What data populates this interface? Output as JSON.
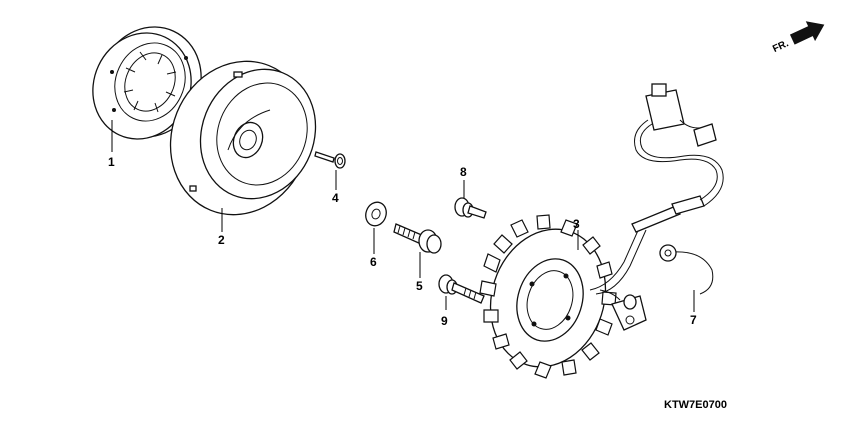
{
  "direction_arrow": {
    "label": "FR.",
    "icon": "arrow-right-icon"
  },
  "diagram_code": "KTW7E0700",
  "parts": [
    {
      "ref": "1"
    },
    {
      "ref": "2"
    },
    {
      "ref": "3"
    },
    {
      "ref": "4"
    },
    {
      "ref": "5"
    },
    {
      "ref": "6"
    },
    {
      "ref": "7"
    },
    {
      "ref": "8"
    },
    {
      "ref": "9"
    }
  ]
}
